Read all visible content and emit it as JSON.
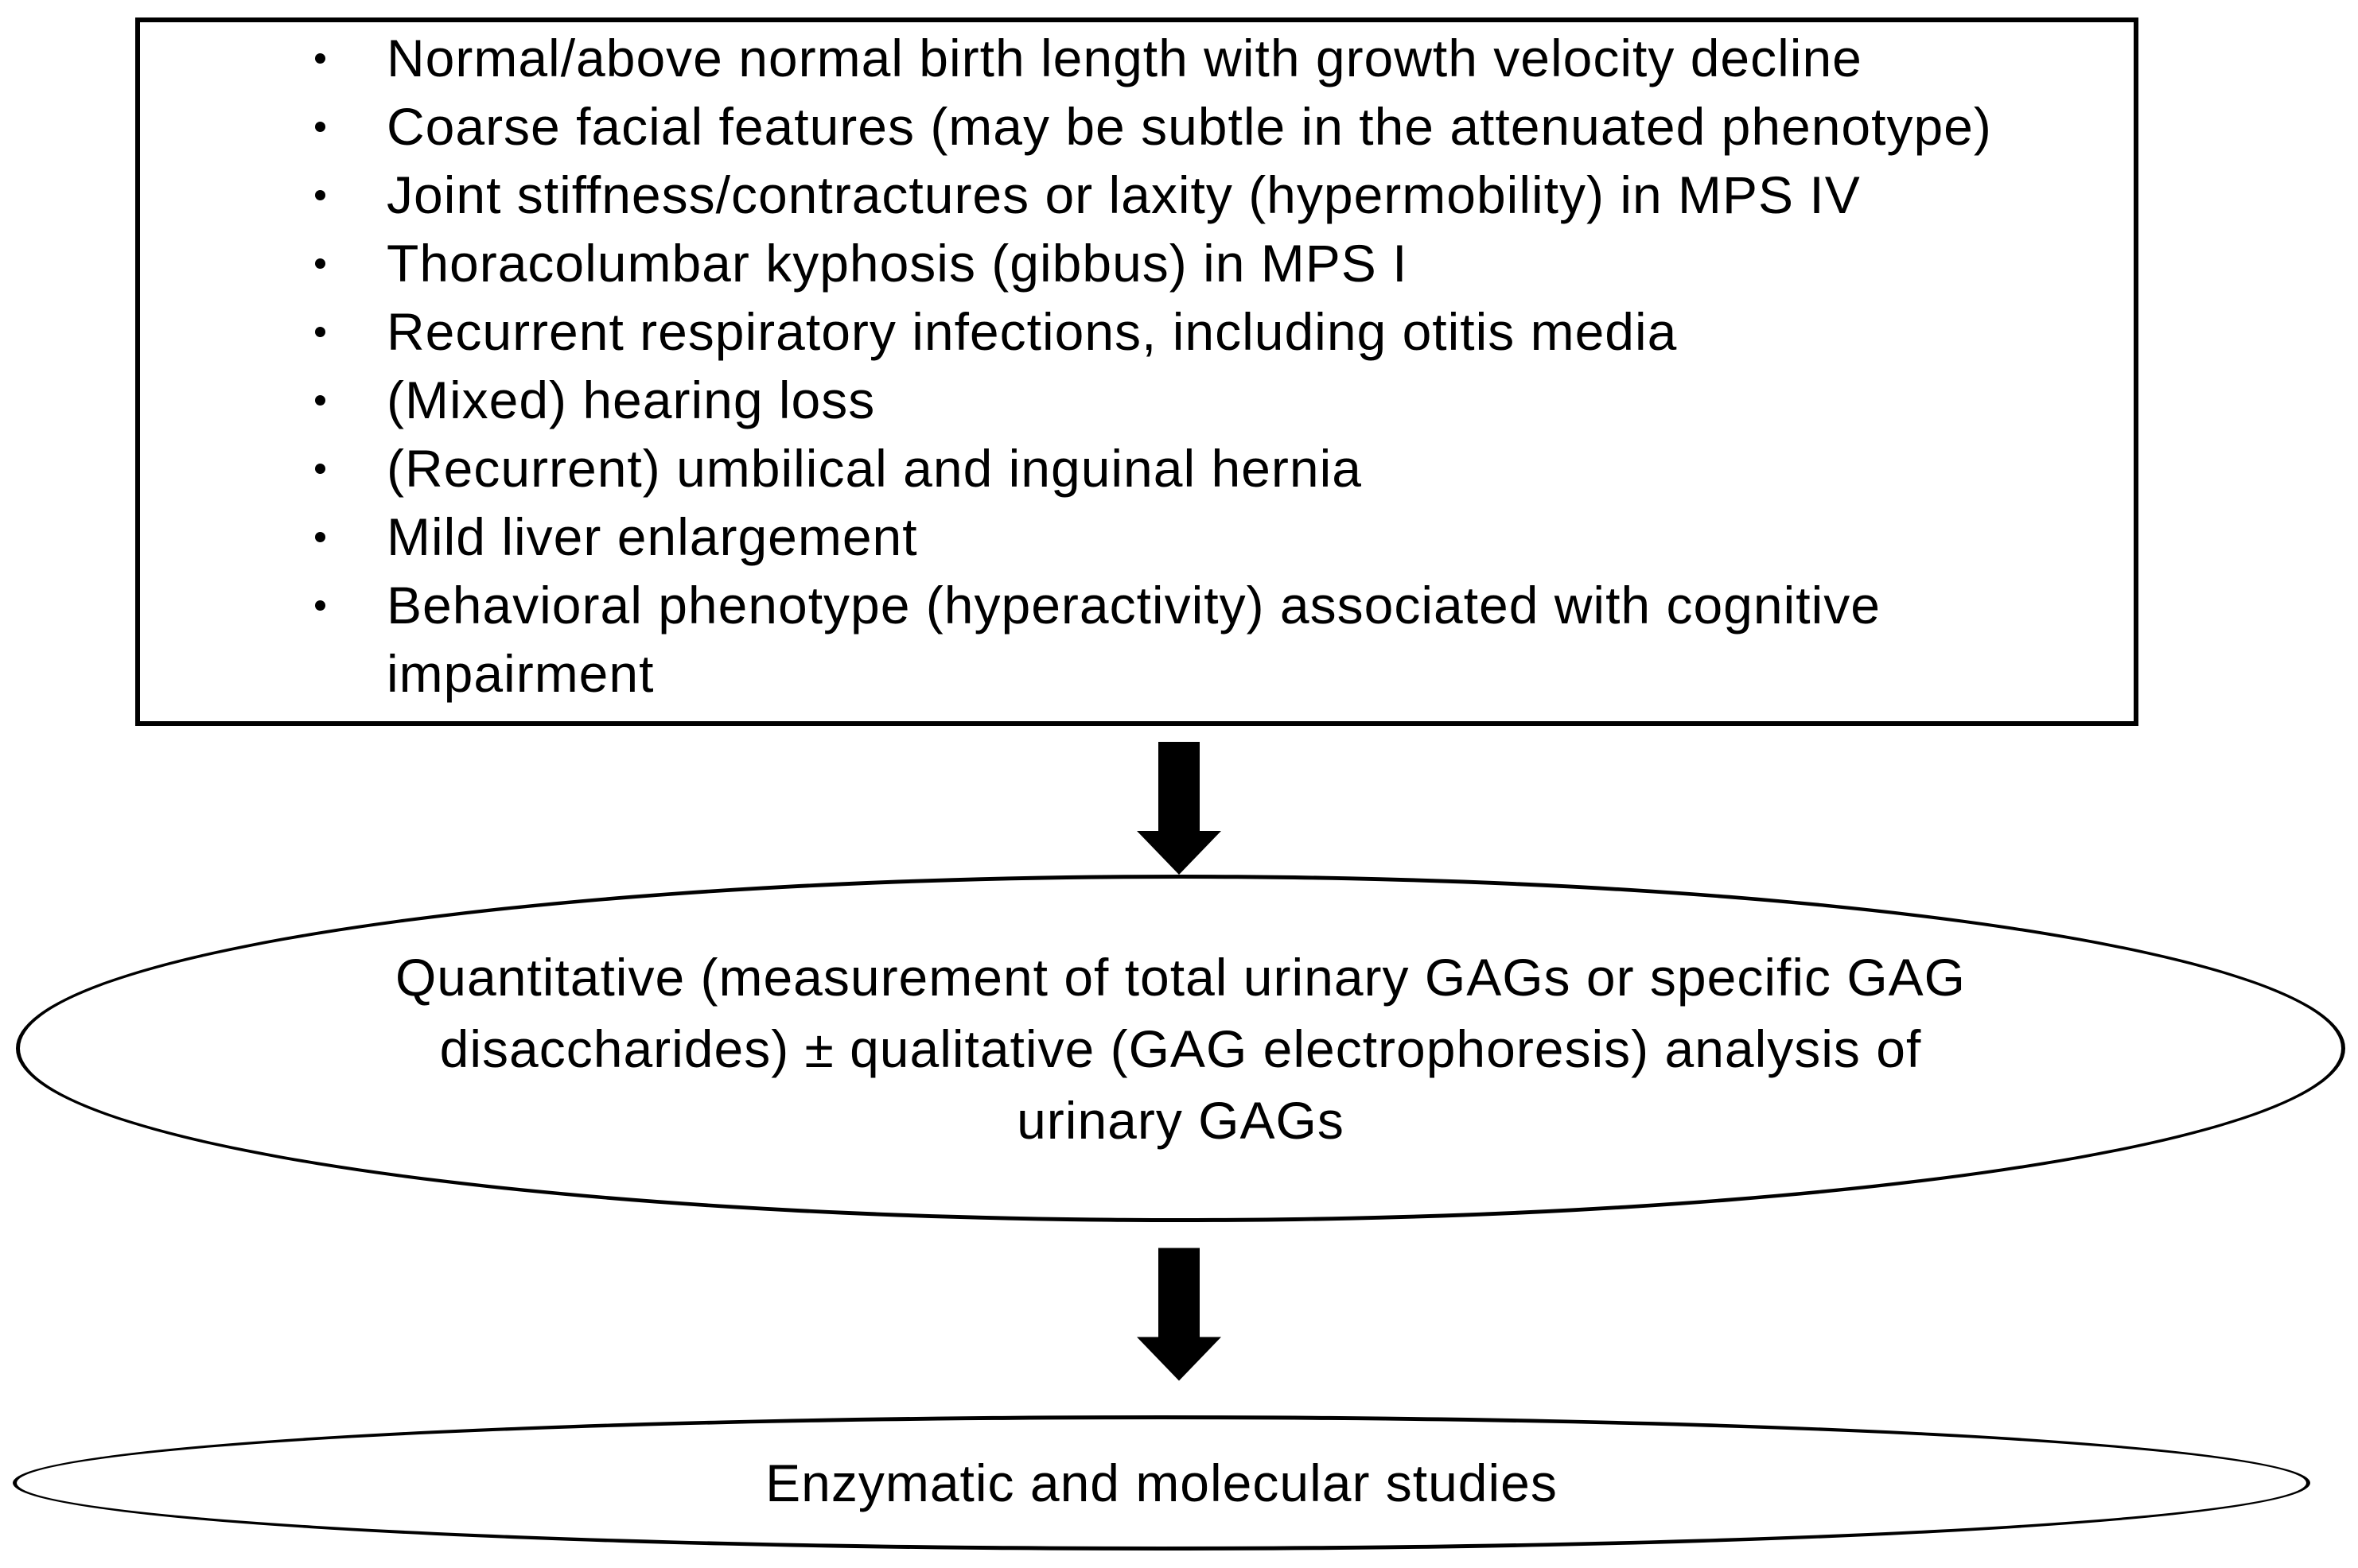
{
  "flowchart": {
    "colors": {
      "ink": "#000000",
      "background": "#ffffff"
    },
    "features_box": {
      "items": [
        "Normal/above normal birth length with growth velocity decline",
        "Coarse facial features (may be subtle in the attenuated phenotype)",
        "Joint stiffness/contractures or laxity (hypermobility) in MPS IV",
        "Thoracolumbar kyphosis (gibbus)  in MPS I",
        "Recurrent respiratory infections, including otitis media",
        "(Mixed) hearing loss",
        "(Recurrent) umbilical and inguinal hernia",
        "Mild liver enlargement",
        "Behavioral phenotype (hyperactivity) associated with cognitive impairment"
      ]
    },
    "arrow_icon": "down-block-arrow",
    "gag_analysis_ellipse": {
      "full_text": "Quantitative (measurement of total urinary GAGs or specific GAG disaccharides) ± qualitative (GAG electrophoresis) analysis of urinary GAGs",
      "lines": [
        "Quantitative (measurement of total urinary GAGs or specific GAG",
        "disaccharides) ± qualitative (GAG electrophoresis) analysis of",
        "urinary GAGs"
      ]
    },
    "final_ellipse": {
      "text": "Enzymatic and molecular studies"
    }
  }
}
